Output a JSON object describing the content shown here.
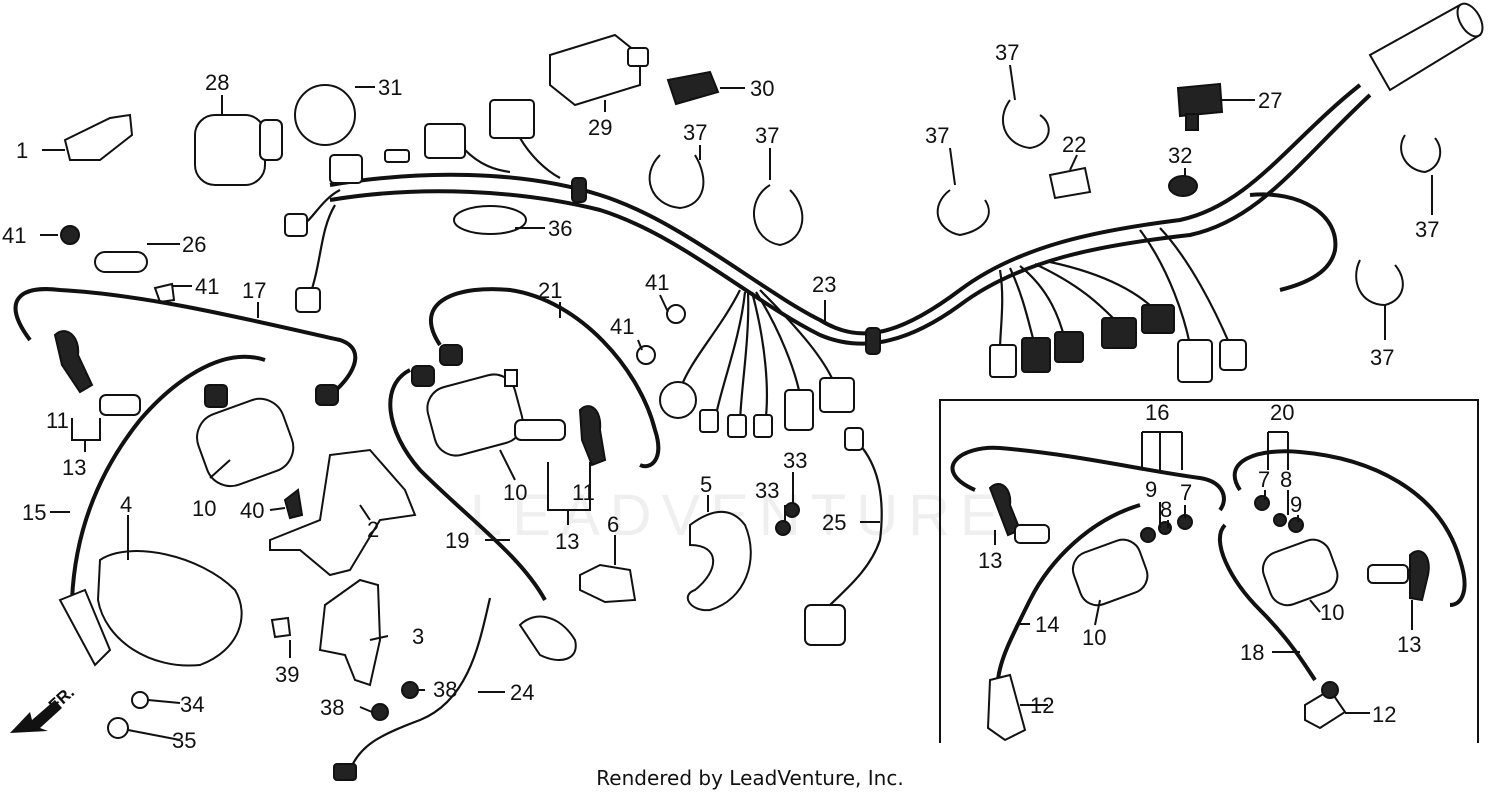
{
  "diagram": {
    "labels": {
      "p1": "1",
      "p2": "2",
      "p3": "3",
      "p4": "4",
      "p5": "5",
      "p6": "6",
      "p7a": "7",
      "p7b": "7",
      "p8a": "8",
      "p8b": "8",
      "p9a": "9",
      "p9b": "9",
      "p10a": "10",
      "p10b": "10",
      "p10c": "10",
      "p10d": "10",
      "p11a": "11",
      "p11b": "11",
      "p12a": "12",
      "p12b": "12",
      "p13a": "13",
      "p13b": "13",
      "p13c": "13",
      "p13d": "13",
      "p14": "14",
      "p15": "15",
      "p16": "16",
      "p17": "17",
      "p18": "18",
      "p19": "19",
      "p20": "20",
      "p21": "21",
      "p22": "22",
      "p23": "23",
      "p24": "24",
      "p25": "25",
      "p26": "26",
      "p27": "27",
      "p28": "28",
      "p29": "29",
      "p30": "30",
      "p31": "31",
      "p32": "32",
      "p33a": "33",
      "p33b": "33",
      "p34": "34",
      "p35": "35",
      "p36": "36",
      "p37a": "37",
      "p37b": "37",
      "p37c": "37",
      "p37d": "37",
      "p37e": "37",
      "p37f": "37",
      "p38a": "38",
      "p38b": "38",
      "p39": "39",
      "p40": "40",
      "p41a": "41",
      "p41b": "41",
      "p41c": "41",
      "p41d": "41"
    },
    "front_mark": "FR.",
    "watermark": "LEADVENTURE"
  },
  "footer": {
    "text": "Rendered by LeadVenture, Inc."
  }
}
